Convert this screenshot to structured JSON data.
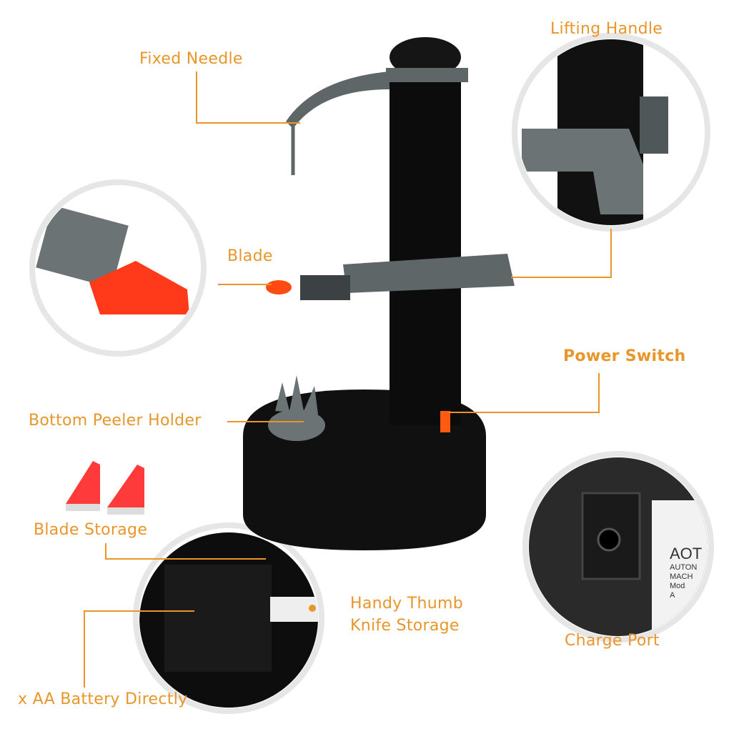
{
  "colors": {
    "label": "#e8962a",
    "body": "#111111",
    "gray": "#5f6668",
    "blade": "#ff3a1a"
  },
  "labels": {
    "fixed_needle": "Fixed Needle",
    "lifting_handle": "Lifting Handle",
    "blade": "Blade",
    "power_switch": "Power Switch",
    "bottom_peeler_holder": "Bottom Peeler Holder",
    "blade_storage": "Blade Storage",
    "thumb_knife_line1": "Handy Thumb",
    "thumb_knife_line2": "Knife Storage",
    "charge_port": "Charge Port",
    "battery": "x AA Battery Directly"
  },
  "charge_port_sticker": {
    "brand": "AOT",
    "lines": [
      "AUTON",
      "MACH",
      "Mod",
      "A"
    ]
  }
}
